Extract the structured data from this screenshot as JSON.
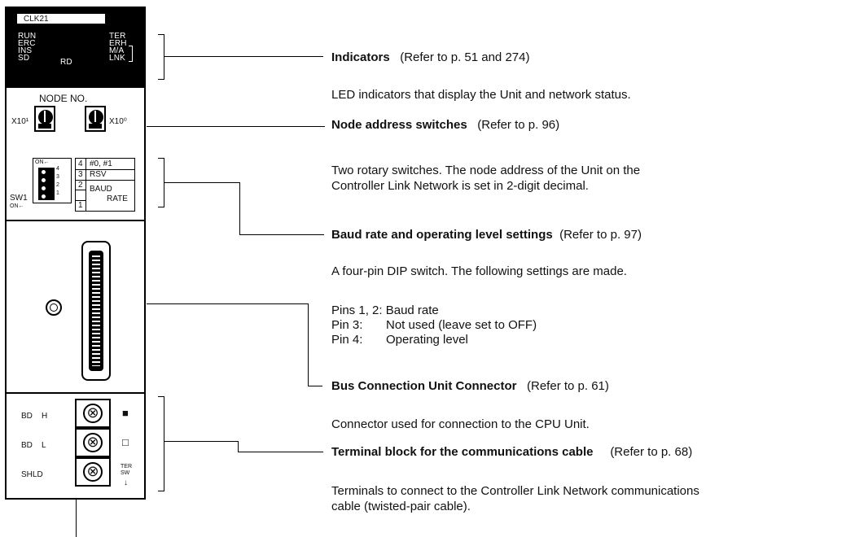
{
  "unit": {
    "model": "CLK21",
    "indicators_left": [
      "RUN",
      "ERC",
      "INS",
      "SD"
    ],
    "indicator_rd": "RD",
    "indicators_right": [
      "TER",
      "ERH",
      "M/A",
      "LNK"
    ],
    "node_no_label": "NODE NO.",
    "x10_1_label": "X10¹",
    "x10_0_label": "X10⁰",
    "dip_on_label": "ON←",
    "dip_pins": [
      "1",
      "2",
      "3",
      "4"
    ],
    "sw1_label": "SW1",
    "sw1_on_label": "ON←",
    "dip_table": [
      {
        "pin": "4",
        "desc": "#0, #1"
      },
      {
        "pin": "3",
        "desc": "RSV"
      },
      {
        "pin": "2",
        "desc": "BAUD"
      },
      {
        "pin": "1",
        "desc": "RATE"
      }
    ],
    "terminals": [
      {
        "label": "BD    H",
        "indicator": "■"
      },
      {
        "label": "BD    L",
        "indicator": "□"
      },
      {
        "label": "SHLD",
        "indicator": ""
      }
    ],
    "ter_sw_label": "TER\nSW"
  },
  "callouts": {
    "indicators": {
      "title": "Indicators",
      "ref": "(Refer to p. 51 and 274)",
      "desc": "LED indicators that display the Unit and network status."
    },
    "node_address": {
      "title": "Node address switches",
      "ref": "(Refer to p. 96)",
      "desc": [
        "Two rotary switches. The node address of the Unit on the",
        "Controller Link Network is set in 2-digit decimal."
      ]
    },
    "baud_rate": {
      "title": "Baud rate and operating level settings",
      "ref": "(Refer to p. 97)",
      "desc": "A four-pin DIP switch. The following settings are made.",
      "pins": [
        {
          "pins": "Pins 1, 2:",
          "setting": "Baud rate"
        },
        {
          "pins": "Pin 3:",
          "setting": "Not used (leave set to OFF)"
        },
        {
          "pins": "Pin 4:",
          "setting": "Operating level"
        }
      ]
    },
    "bus_connector": {
      "title": "Bus Connection Unit Connector",
      "ref": "(Refer to p. 61)",
      "desc": "Connector used for connection to the CPU Unit."
    },
    "terminal_block": {
      "title": "Terminal block for the communications cable",
      "ref": "(Refer to p. 68)",
      "desc": [
        "Terminals to connect to the Controller Link Network communications",
        "cable (twisted-pair cable)."
      ]
    }
  }
}
